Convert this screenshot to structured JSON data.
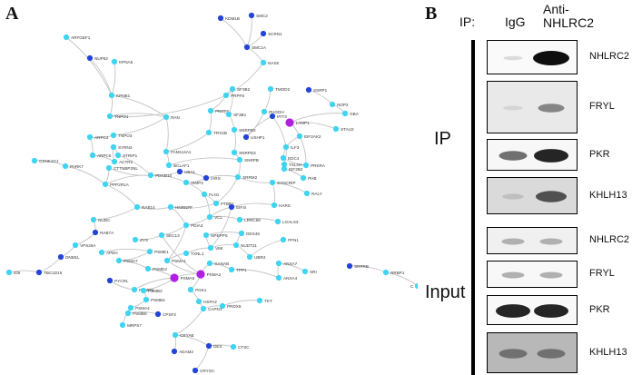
{
  "panels": {
    "a": "A",
    "b": "B"
  },
  "network": {
    "colors": {
      "cyan": "#3fd4f0",
      "blue": "#2244d8",
      "purple": "#b120e0",
      "edge": "#c4c4c4"
    },
    "nodes": [
      {
        "id": "SMC2",
        "c": "blue"
      },
      {
        "id": "KDM1B",
        "c": "blue"
      },
      {
        "id": "SCRN1",
        "c": "blue"
      },
      {
        "id": "ARFGEF1",
        "c": "cyan"
      },
      {
        "id": "SMC1A",
        "c": "blue"
      },
      {
        "id": "NUP62",
        "c": "blue"
      },
      {
        "id": "KPNA5",
        "c": "cyan"
      },
      {
        "id": "NASK",
        "c": "cyan"
      },
      {
        "id": "KPNB1",
        "c": "cyan"
      },
      {
        "id": "PRPF8",
        "c": "cyan"
      },
      {
        "id": "SF3B2",
        "c": "cyan"
      },
      {
        "id": "TMOD2",
        "c": "cyan"
      },
      {
        "id": "SSRP1",
        "c": "blue"
      },
      {
        "id": "NOP2",
        "c": "cyan"
      },
      {
        "id": "PHGDH",
        "c": "cyan"
      },
      {
        "id": "LAMP1",
        "c": "purple"
      },
      {
        "id": "GBA",
        "c": "cyan"
      },
      {
        "id": "TNPO1",
        "c": "cyan"
      },
      {
        "id": "RAN",
        "c": "cyan"
      },
      {
        "id": "PRPF6",
        "c": "cyan"
      },
      {
        "id": "SF3B1",
        "c": "cyan"
      },
      {
        "id": "IFIT3",
        "c": "blue"
      },
      {
        "id": "STAU2",
        "c": "cyan"
      },
      {
        "id": "ARPC4",
        "c": "cyan"
      },
      {
        "id": "TNPO3",
        "c": "cyan"
      },
      {
        "id": "TRX2B",
        "c": "cyan"
      },
      {
        "id": "SNRPD2",
        "c": "cyan"
      },
      {
        "id": "EIF2AK2",
        "c": "cyan"
      },
      {
        "id": "ARPC5",
        "c": "cyan"
      },
      {
        "id": "SYRN3",
        "c": "cyan"
      },
      {
        "id": "USHP1",
        "c": "blue"
      },
      {
        "id": "ILF3",
        "c": "cyan"
      },
      {
        "id": "ACTR2",
        "c": "cyan"
      },
      {
        "id": "STRIP1",
        "c": "cyan"
      },
      {
        "id": "FAM114A1",
        "c": "cyan"
      },
      {
        "id": "SNRPD3",
        "c": "cyan"
      },
      {
        "id": "EDC4",
        "c": "cyan"
      },
      {
        "id": "PRKRA",
        "c": "cyan"
      },
      {
        "id": "CSNK1G1",
        "c": "cyan"
      },
      {
        "id": "PARK7",
        "c": "cyan"
      },
      {
        "id": "CTTNBP2NL",
        "c": "cyan"
      },
      {
        "id": "BCLAF1",
        "c": "cyan"
      },
      {
        "id": "SNRPB",
        "c": "cyan"
      },
      {
        "id": "TXLNA",
        "c": "cyan"
      },
      {
        "id": "EIF2B2",
        "c": "cyan"
      },
      {
        "id": "PHB",
        "c": "cyan"
      },
      {
        "id": "PPP2R1A",
        "c": "cyan"
      },
      {
        "id": "PDCD10",
        "c": "cyan"
      },
      {
        "id": "UBA1",
        "c": "blue"
      },
      {
        "id": "IARS",
        "c": "blue"
      },
      {
        "id": "SRRM2",
        "c": "cyan"
      },
      {
        "id": "SYNCRIP",
        "c": "cyan"
      },
      {
        "id": "AIMP2",
        "c": "cyan"
      },
      {
        "id": "FLN1",
        "c": "cyan"
      },
      {
        "id": "RALY",
        "c": "cyan"
      },
      {
        "id": "PTBP1",
        "c": "cyan"
      },
      {
        "id": "EIF4I",
        "c": "blue"
      },
      {
        "id": "RAB14",
        "c": "cyan"
      },
      {
        "id": "HNRNPF",
        "c": "cyan"
      },
      {
        "id": "VCL",
        "c": "cyan"
      },
      {
        "id": "HARS",
        "c": "cyan"
      },
      {
        "id": "NUDC",
        "c": "cyan"
      },
      {
        "id": "LRRC59",
        "c": "cyan"
      },
      {
        "id": "LGALS3",
        "c": "cyan"
      },
      {
        "id": "RAB7A",
        "c": "blue"
      },
      {
        "id": "PDIA3",
        "c": "cyan"
      },
      {
        "id": "ZYX",
        "c": "cyan"
      },
      {
        "id": "SEC13",
        "c": "cyan"
      },
      {
        "id": "NPEPPS",
        "c": "cyan"
      },
      {
        "id": "DDX46",
        "c": "cyan"
      },
      {
        "id": "PFN1",
        "c": "cyan"
      },
      {
        "id": "VPS26A",
        "c": "cyan"
      },
      {
        "id": "APEH",
        "c": "cyan"
      },
      {
        "id": "PSME1",
        "c": "cyan"
      },
      {
        "id": "TXNL1",
        "c": "cyan"
      },
      {
        "id": "VIM",
        "c": "cyan"
      },
      {
        "id": "NUDT21",
        "c": "cyan"
      },
      {
        "id": "UBR4",
        "c": "cyan"
      },
      {
        "id": "ID6",
        "c": "cyan"
      },
      {
        "id": "TBC1D15",
        "c": "blue"
      },
      {
        "id": "DNM1L",
        "c": "blue"
      },
      {
        "id": "PSMA7",
        "c": "cyan"
      },
      {
        "id": "PSMA1",
        "c": "cyan"
      },
      {
        "id": "GANAB",
        "c": "cyan"
      },
      {
        "id": "ANXA7",
        "c": "cyan"
      },
      {
        "id": "SRPRB",
        "c": "blue"
      },
      {
        "id": "PSMD2",
        "c": "cyan"
      },
      {
        "id": "PSMA6",
        "c": "purple"
      },
      {
        "id": "PSMA2",
        "c": "purple"
      },
      {
        "id": "TPP1",
        "c": "cyan"
      },
      {
        "id": "ANXA4",
        "c": "cyan"
      },
      {
        "id": "SRI",
        "c": "cyan"
      },
      {
        "id": "RRBP1",
        "c": "cyan"
      },
      {
        "id": "C",
        "c": "cyan"
      },
      {
        "id": "PYCRL",
        "c": "blue"
      },
      {
        "id": "PSMD5",
        "c": "cyan"
      },
      {
        "id": "PSMB2",
        "c": "cyan"
      },
      {
        "id": "PGK1",
        "c": "cyan"
      },
      {
        "id": "PSMB4",
        "c": "cyan"
      },
      {
        "id": "HSPA2",
        "c": "cyan"
      },
      {
        "id": "TKT",
        "c": "cyan"
      },
      {
        "id": "PSMA4",
        "c": "cyan"
      },
      {
        "id": "PSMB6",
        "c": "cyan"
      },
      {
        "id": "PRDX6",
        "c": "cyan"
      },
      {
        "id": "CPSF2",
        "c": "blue"
      },
      {
        "id": "CAPN1",
        "c": "cyan"
      },
      {
        "id": "MRPS7",
        "c": "cyan"
      },
      {
        "id": "CRYAB",
        "c": "cyan"
      },
      {
        "id": "ADAM2",
        "c": "blue"
      },
      {
        "id": "DES",
        "c": "blue"
      },
      {
        "id": "CTSC",
        "c": "cyan"
      },
      {
        "id": "CRYGC",
        "c": "blue"
      }
    ],
    "edges": [
      [
        "SMC2",
        "SMC1A"
      ],
      [
        "KDM1B",
        "SMC1A"
      ],
      [
        "SCRN1",
        "SMC1A"
      ],
      [
        "SMC1A",
        "NASK"
      ],
      [
        "NASK",
        "PRPF8"
      ],
      [
        "NUP62",
        "KPNB1"
      ],
      [
        "KPNA5",
        "KPNB1"
      ],
      [
        "KPNB1",
        "TNPO1"
      ],
      [
        "KPNB1",
        "RAN"
      ],
      [
        "TNPO1",
        "RAN"
      ],
      [
        "RAN",
        "TNPO3"
      ],
      [
        "TNPO3",
        "ARPC4"
      ],
      [
        "ARPC4",
        "ARPC5"
      ],
      [
        "ARPC5",
        "ACTR2"
      ],
      [
        "ACTR2",
        "SYRN3"
      ],
      [
        "SYRN3",
        "STRIP1"
      ],
      [
        "STRIP1",
        "PDCD10"
      ],
      [
        "PDCD10",
        "CTTNBP2NL"
      ],
      [
        "CTTNBP2NL",
        "PPP2R1A"
      ],
      [
        "PPP2R1A",
        "PDCD10"
      ],
      [
        "PARK7",
        "PPP2R1A"
      ],
      [
        "CSNK1G1",
        "PARK7"
      ],
      [
        "PRPF8",
        "PRPF6"
      ],
      [
        "PRPF8",
        "SF3B2"
      ],
      [
        "SF3B2",
        "SF3B1"
      ],
      [
        "PRPF6",
        "SF3B1"
      ],
      [
        "SF3B1",
        "SNRPD2"
      ],
      [
        "SNRPD2",
        "SNRPD3"
      ],
      [
        "SNRPD3",
        "SNRPB"
      ],
      [
        "SNRPB",
        "SRRM2"
      ],
      [
        "PRPF6",
        "TRX2B"
      ],
      [
        "TRX2B",
        "FAM114A1"
      ],
      [
        "FAM114A1",
        "BCLAF1"
      ],
      [
        "BCLAF1",
        "SNRPB"
      ],
      [
        "TMOD2",
        "PHGDH"
      ],
      [
        "PHGDH",
        "USHP1"
      ],
      [
        "USHP1",
        "IFIT3"
      ],
      [
        "IFIT3",
        "ILF3"
      ],
      [
        "ILF3",
        "EIF2AK2"
      ],
      [
        "EIF2AK2",
        "PRKRA"
      ],
      [
        "PRKRA",
        "EDC4"
      ],
      [
        "EDC4",
        "ILF3"
      ],
      [
        "ILF3",
        "TXLNA"
      ],
      [
        "TXLNA",
        "EIF2B2"
      ],
      [
        "EIF2B2",
        "PHB"
      ],
      [
        "SSRP1",
        "NOP2"
      ],
      [
        "NOP2",
        "GBA"
      ],
      [
        "LAMP1",
        "GBA"
      ],
      [
        "LAMP1",
        "STAU2"
      ],
      [
        "LAMP1",
        "EIF2AK2"
      ],
      [
        "SYNCRIP",
        "RALY"
      ],
      [
        "SYNCRIP",
        "SRRM2"
      ],
      [
        "SRRM2",
        "PTBP1"
      ],
      [
        "PTBP1",
        "HNRNPF"
      ],
      [
        "HNRNPF",
        "RAB14"
      ],
      [
        "UBA1",
        "IARS"
      ],
      [
        "IARS",
        "AIMP2"
      ],
      [
        "AIMP2",
        "FLN1"
      ],
      [
        "FLN1",
        "VCL"
      ],
      [
        "VCL",
        "EIF4I"
      ],
      [
        "EIF4I",
        "HARS"
      ],
      [
        "VCL",
        "LRRC59"
      ],
      [
        "LRRC59",
        "LGALS3"
      ],
      [
        "VCL",
        "PDIA3"
      ],
      [
        "PDIA3",
        "SEC13"
      ],
      [
        "SEC13",
        "ZYX"
      ],
      [
        "NUDC",
        "RAB7A"
      ],
      [
        "RAB7A",
        "VPS26A"
      ],
      [
        "VPS26A",
        "DNM1L"
      ],
      [
        "DNM1L",
        "TBC1D15"
      ],
      [
        "APEH",
        "PSME1"
      ],
      [
        "PSME1",
        "PSMA7"
      ],
      [
        "PSMA7",
        "PSMD2"
      ],
      [
        "PSMD2",
        "PSMA6"
      ],
      [
        "PSMA6",
        "PSMA2"
      ],
      [
        "PSMA2",
        "PSMA1"
      ],
      [
        "PSMA1",
        "TXNL1"
      ],
      [
        "TXNL1",
        "VIM"
      ],
      [
        "VIM",
        "NPEPPS"
      ],
      [
        "NPEPPS",
        "DDX46"
      ],
      [
        "VIM",
        "NUDT21"
      ],
      [
        "NUDT21",
        "UBR4"
      ],
      [
        "UBR4",
        "PFN1"
      ],
      [
        "PSMA2",
        "GANAB"
      ],
      [
        "GANAB",
        "TPP1"
      ],
      [
        "TPP1",
        "ANXA4"
      ],
      [
        "ANXA4",
        "ANXA7"
      ],
      [
        "ANXA7",
        "SRI"
      ],
      [
        "PSMA6",
        "PSMB2"
      ],
      [
        "PSMB2",
        "PSMB4"
      ],
      [
        "PSMB4",
        "PSMA4"
      ],
      [
        "PSMA4",
        "PSMB6"
      ],
      [
        "PSMD5",
        "PYCRL"
      ],
      [
        "PSMD5",
        "PSMA6"
      ],
      [
        "PSMB6",
        "CPSF2"
      ],
      [
        "PGK1",
        "HSPA2"
      ],
      [
        "HSPA2",
        "CAPN1"
      ],
      [
        "CAPN1",
        "PRDX6"
      ],
      [
        "PRDX6",
        "TKT"
      ],
      [
        "CAPN1",
        "CRYAB"
      ],
      [
        "CRYAB",
        "ADAM2"
      ],
      [
        "CRYAB",
        "DES"
      ],
      [
        "DES",
        "CTSC"
      ],
      [
        "DES",
        "CRYGC"
      ],
      [
        "MRPS7",
        "PSMA4"
      ],
      [
        "SRPRB",
        "RRBP1"
      ],
      [
        "RRBP1",
        "C"
      ],
      [
        "ID6",
        "TBC1D15"
      ],
      [
        "PSMA2",
        "PGK1"
      ],
      [
        "PSMA2",
        "SEC13"
      ],
      [
        "PDIA3",
        "PSMA1"
      ],
      [
        "FLN1",
        "PTBP1"
      ],
      [
        "SYNCRIP",
        "HARS"
      ],
      [
        "IARS",
        "SRRM2"
      ],
      [
        "UBA1",
        "PDCD10"
      ],
      [
        "PDCD10",
        "AIMP2"
      ],
      [
        "RAN",
        "FAM114A1"
      ],
      [
        "PPP2R1A",
        "RAB14"
      ],
      [
        "RAB14",
        "NUDC"
      ],
      [
        "HNRNPF",
        "PDIA3"
      ],
      [
        "NUDT21",
        "DDX46"
      ],
      [
        "EIF4I",
        "VIM"
      ],
      [
        "PRPF8",
        "TNPO1"
      ],
      [
        "ARFGEF1",
        "KPNB1"
      ]
    ]
  },
  "blot": {
    "header": {
      "ip": "IP:",
      "igg": "IgG",
      "anti": "Anti-\nNHLRC2"
    },
    "sections": {
      "ip": "IP",
      "input": "Input"
    },
    "ip_rows": [
      {
        "label": "NHLRC2",
        "bg": "#fafafa",
        "igg": 0.05,
        "anti": 1.0
      },
      {
        "label": "FRYL",
        "bg": "#e9e9e9",
        "igg": 0.08,
        "anti": 0.45
      },
      {
        "label": "PKR",
        "bg": "#f7f7f7",
        "igg": 0.55,
        "anti": 0.9
      },
      {
        "label": "KHLH13",
        "bg": "#dadada",
        "igg": 0.18,
        "anti": 0.7
      }
    ],
    "input_rows": [
      {
        "label": "NHLRC2",
        "bg": "#f0f0f0",
        "igg": 0.25,
        "anti": 0.25
      },
      {
        "label": "FRYL",
        "bg": "#f8f8f8",
        "igg": 0.25,
        "anti": 0.25
      },
      {
        "label": "PKR",
        "bg": "#f8f8f8",
        "igg": 0.9,
        "anti": 0.9
      },
      {
        "label": "KHLH13",
        "bg": "#b8b8b8",
        "igg": 0.55,
        "anti": 0.55
      }
    ]
  }
}
